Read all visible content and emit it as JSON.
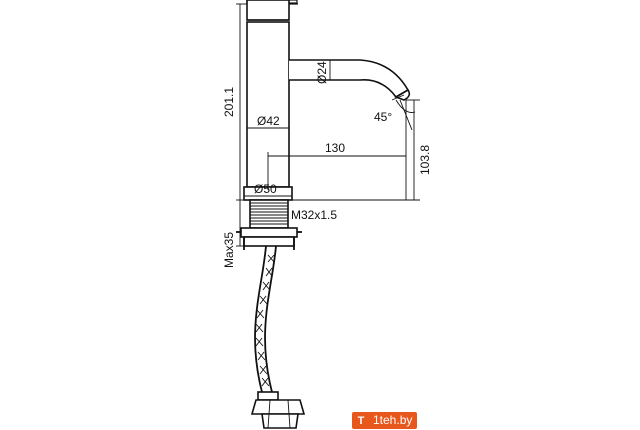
{
  "dimensions": {
    "height_total": "201.1",
    "spout_diameter": "Ø24",
    "spout_angle": "45°",
    "body_diameter": "Ø42",
    "reach": "130",
    "spout_height": "103.8",
    "base_diameter": "Ø50",
    "thread": "M32x1.5",
    "max_mount": "Max35"
  },
  "watermark": {
    "text": "1teh.by",
    "icon_glyph": "T",
    "color": "#e8571c"
  }
}
